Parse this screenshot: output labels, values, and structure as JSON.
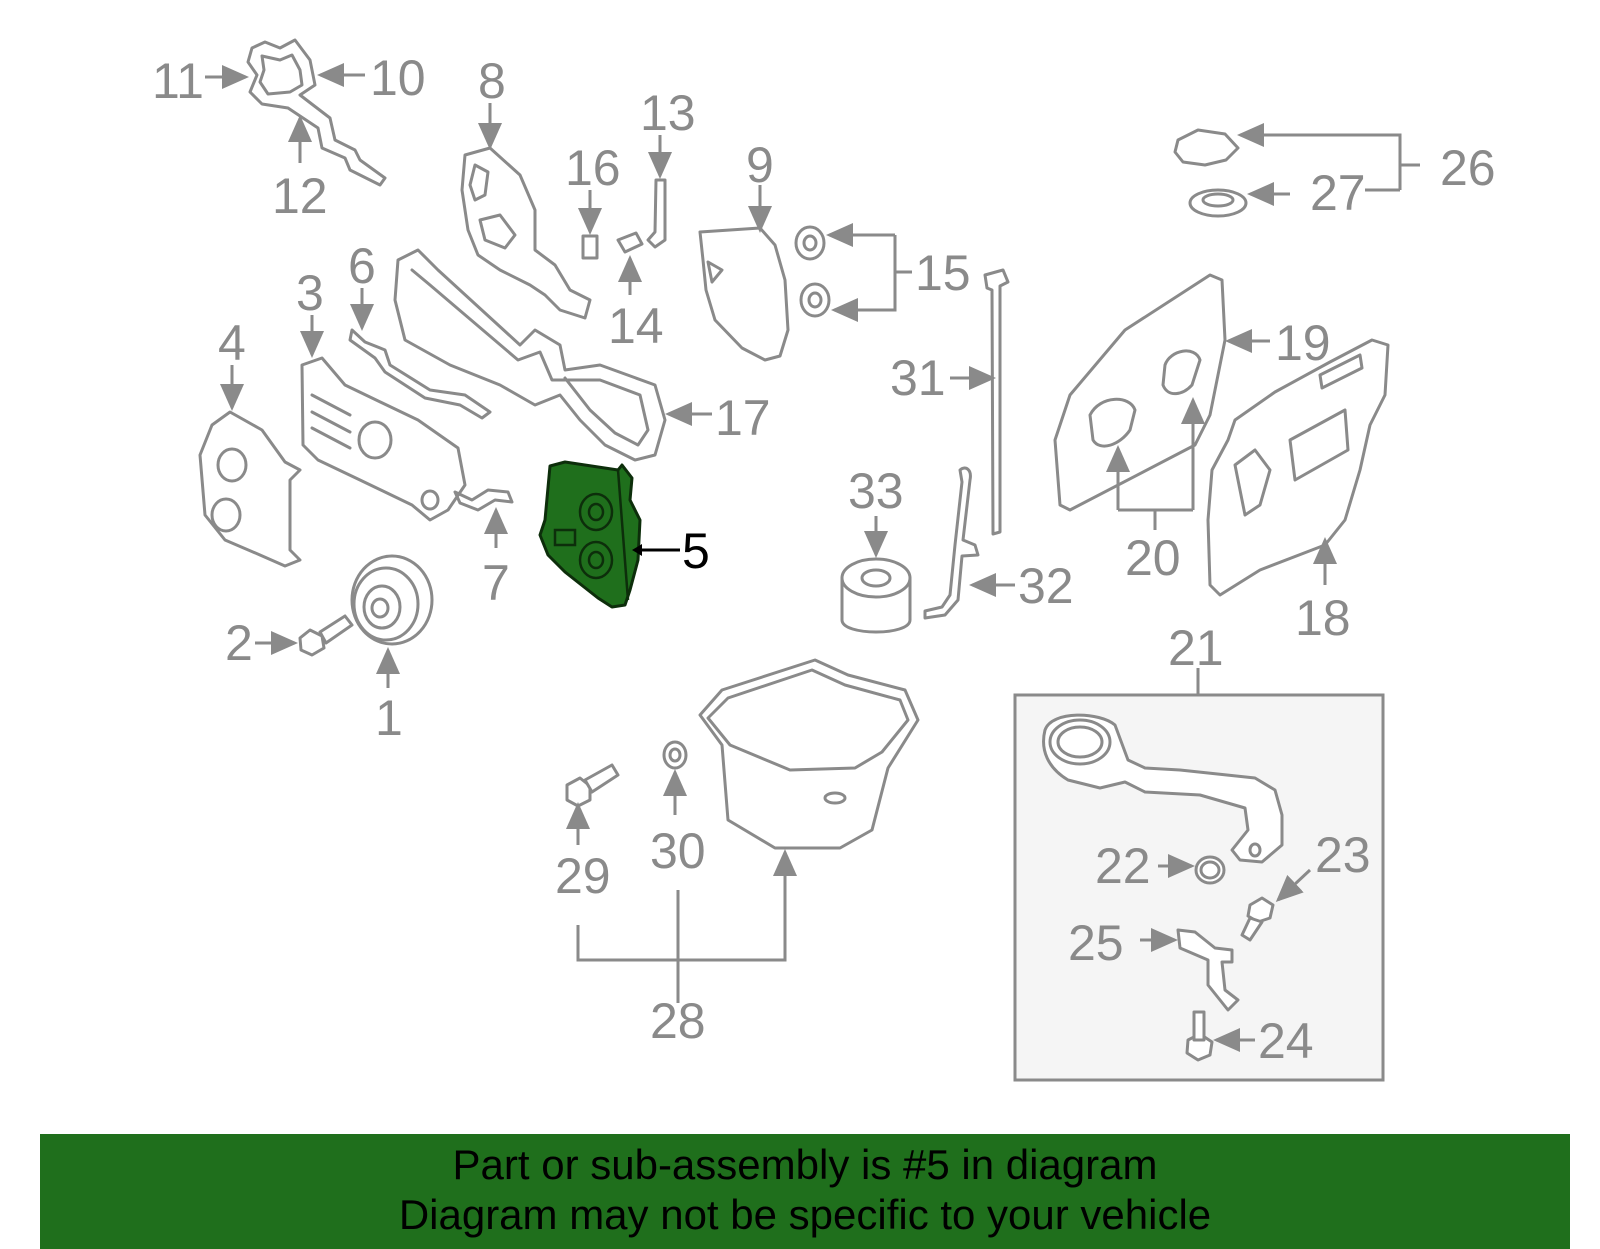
{
  "diagram": {
    "highlight_color": "#1f6f1c",
    "part_color": "#8a8a8a",
    "highlighted_callout": "5",
    "callouts": {
      "c1": "1",
      "c2": "2",
      "c3": "3",
      "c4": "4",
      "c5": "5",
      "c6": "6",
      "c7": "7",
      "c8": "8",
      "c9": "9",
      "c10": "10",
      "c11": "11",
      "c12": "12",
      "c13": "13",
      "c14": "14",
      "c15": "15",
      "c16": "16",
      "c17": "17",
      "c18": "18",
      "c19": "19",
      "c20": "20",
      "c21": "21",
      "c22": "22",
      "c23": "23",
      "c24": "24",
      "c25": "25",
      "c26": "26",
      "c27": "27",
      "c28": "28",
      "c29": "29",
      "c30": "30",
      "c31": "31",
      "c32": "32",
      "c33": "33"
    }
  },
  "banner": {
    "line1": "Part or sub-assembly is #5 in diagram",
    "line2": "Diagram may not be specific to your vehicle",
    "background": "#1f6f1c"
  }
}
